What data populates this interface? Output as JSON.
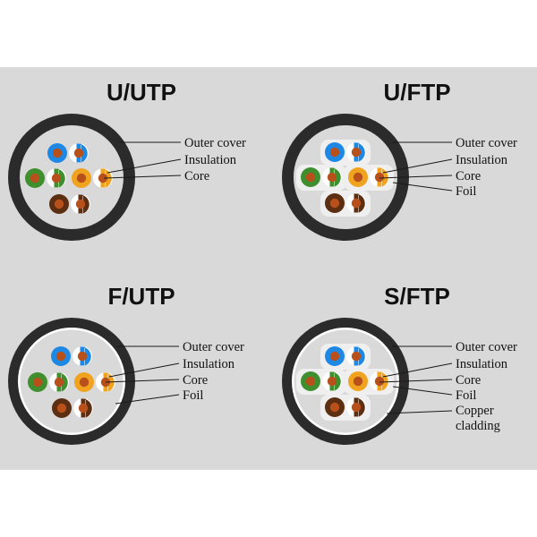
{
  "colors": {
    "background": "#d9d9d9",
    "page": "#ffffff",
    "jacket": "#2b2b2b",
    "blue": "#1e88e5",
    "green": "#3f8f2f",
    "orange": "#f0a31e",
    "brown": "#5c2e12",
    "core": "#b8501c",
    "stripe": "#ffffff",
    "leader": "#1a1a1a"
  },
  "panels": [
    {
      "type": "UTP",
      "title": "U/UTP",
      "labels": [
        "Outer cover",
        "Insulation",
        "Core"
      ]
    },
    {
      "type": "FTP",
      "title": "U/FTP",
      "labels": [
        "Outer cover",
        "Insulation",
        "Core",
        "Foil"
      ]
    },
    {
      "type": "FUTP",
      "title": "F/UTP",
      "labels": [
        "Outer cover",
        "Insulation",
        "Core",
        "Foil"
      ]
    },
    {
      "type": "SFTP",
      "title": "S/FTP",
      "labels": [
        "Outer cover",
        "Insulation",
        "Core",
        "Foil",
        "Copper",
        "cladding"
      ]
    }
  ]
}
